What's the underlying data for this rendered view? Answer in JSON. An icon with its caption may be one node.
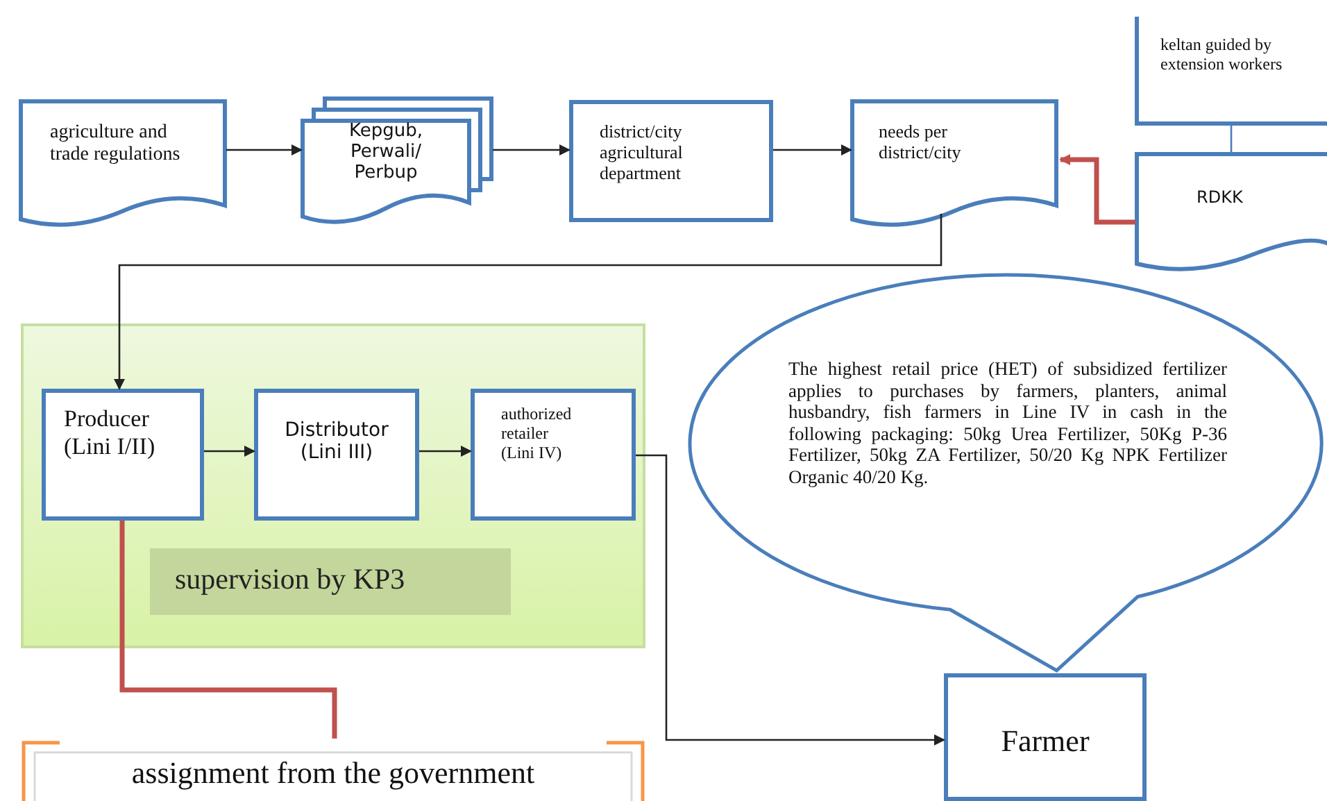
{
  "diagram": {
    "nodes": [
      {
        "text": [
          "agriculture and trade regulations"
        ]
      },
      {
        "text": [
          "Kepgub, Perwali/ Perbup"
        ]
      },
      {
        "text": [
          "district/city agricultural department"
        ]
      },
      {
        "text": [
          "needs per district/city"
        ]
      },
      {
        "text": [
          "keltan guided by extension workers"
        ]
      },
      {
        "text": [
          "RDKK"
        ]
      },
      {
        "text": [
          "supervision by KP3"
        ]
      },
      {
        "text": [
          "Producer (Lini I/II)"
        ],
        "in": 6
      },
      {
        "text": [
          "Distributor (Lini III)"
        ],
        "in": 6
      },
      {
        "text": [
          "authorized retailer (Lini IV)"
        ],
        "in": 6
      },
      {
        "text": [
          "The highest retail price (HET) of subsidized fertilizer applies to purchases by farmers, planters, animal husbandry, fish farmers in Line IV in cash in the following packaging: 50kg Urea Fertilizer, 50Kg P-36 Fertilizer, 50kg ZA Fertilizer, 50/20 Kg NPK Fertilizer Organic 40/20 Kg."
        ]
      },
      {
        "text": [
          "Farmer"
        ]
      },
      {
        "text": [
          "assignment from the government"
        ]
      }
    ],
    "edges": [
      {
        "from": 0,
        "to": 1,
        "arrow": "to"
      },
      {
        "from": 1,
        "to": 2,
        "arrow": "to"
      },
      {
        "from": 2,
        "to": 3,
        "arrow": "to"
      },
      {
        "from": 5,
        "to": 3,
        "arrow": "to",
        "style": "thick",
        "color": "#c0504d"
      },
      {
        "from": 4,
        "to": 5,
        "arrow": "none",
        "color": "#4a7ebb"
      },
      {
        "from": 3,
        "to": 7,
        "arrow": "to"
      },
      {
        "from": 7,
        "to": 8,
        "arrow": "to"
      },
      {
        "from": 8,
        "to": 9,
        "arrow": "to"
      },
      {
        "from": 9,
        "to": 11,
        "arrow": "to"
      },
      {
        "from": 7,
        "to": 12,
        "arrow": "none",
        "style": "thick",
        "color": "#c0504d"
      }
    ]
  }
}
